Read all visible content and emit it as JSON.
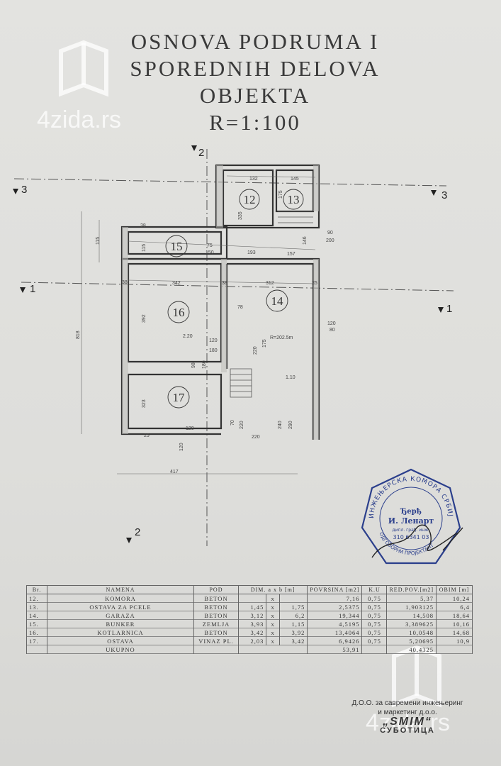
{
  "title": {
    "line1": "OSNOVA PODRUMA I",
    "line2": "SPOREDNIH DELOVA",
    "line3": "OBJEKTA",
    "scale": "R=1:100"
  },
  "watermark": {
    "text_top": "4zida.rs",
    "text_bottom": "4zida.rs"
  },
  "plan": {
    "rooms": [
      "12",
      "13",
      "14",
      "15",
      "16",
      "17"
    ],
    "section_marks": [
      "2",
      "3",
      "3",
      "1",
      "1",
      "2"
    ],
    "dimensions": [
      "132",
      "145",
      "335",
      "175",
      "90",
      "200",
      "38",
      "115",
      "115",
      "75",
      "150",
      "193",
      "157",
      "146",
      "38",
      "342",
      "38",
      "312",
      "25",
      "392",
      "120",
      "180",
      "2.20",
      "R=202.5m",
      "120",
      "80",
      "1.10",
      "98",
      "180",
      "78",
      "220",
      "175",
      "323",
      "25",
      "120",
      "120",
      "70",
      "220",
      "240",
      "290",
      "220",
      "417",
      "818"
    ]
  },
  "table": {
    "headers": [
      "Br.",
      "NAMENA",
      "POD",
      "DIM. a x b [m]",
      "",
      "",
      "POVRSINA [m2]",
      "K.U",
      "RED.POV.[m2]",
      "OBIM [m]"
    ],
    "rows": [
      {
        "br": "12.",
        "namena": "KOMORA",
        "pod": "BETON",
        "a": "",
        "x": "x",
        "b": "",
        "povrsina": "7,16",
        "ku": "0,75",
        "redpov": "5,37",
        "obim": "10,24"
      },
      {
        "br": "13.",
        "namena": "OSTAVA ZA PCELE",
        "pod": "BETON",
        "a": "1,45",
        "x": "x",
        "b": "1,75",
        "povrsina": "2,5375",
        "ku": "0,75",
        "redpov": "1,903125",
        "obim": "6,4"
      },
      {
        "br": "14.",
        "namena": "GARAZA",
        "pod": "BETON",
        "a": "3,12",
        "x": "x",
        "b": "6,2",
        "povrsina": "19,344",
        "ku": "0,75",
        "redpov": "14,508",
        "obim": "18,64"
      },
      {
        "br": "15.",
        "namena": "BUNKER",
        "pod": "ZEMLJA",
        "a": "3,93",
        "x": "x",
        "b": "1,15",
        "povrsina": "4,5195",
        "ku": "0,75",
        "redpov": "3,389625",
        "obim": "10,16"
      },
      {
        "br": "16.",
        "namena": "KOTLARNICA",
        "pod": "BETON",
        "a": "3,42",
        "x": "x",
        "b": "3,92",
        "povrsina": "13,4064",
        "ku": "0,75",
        "redpov": "10,0548",
        "obim": "14,68"
      },
      {
        "br": "17.",
        "namena": "OSTAVA",
        "pod": "VINAZ PL.",
        "a": "2,03",
        "x": "x",
        "b": "3,42",
        "povrsina": "6,9426",
        "ku": "0,75",
        "redpov": "5,20695",
        "obim": "10,9"
      }
    ],
    "total_label": "UKUPNO",
    "total_povrsina": "53,91",
    "total_redpov": "40,4325"
  },
  "stamp": {
    "ring_text": "ИНЖЕЊЕРСКА КОМОРА СРБИЈЕ",
    "ring_bottom": "ОДГОВОРНИ ПРОЈЕКТАНТ",
    "line1": "Ђерђ",
    "line2": "И. Ленарт",
    "line3": "дипл. грађ. инж.",
    "line4": "310 6341 03"
  },
  "firm": {
    "line1": "Д.О.О. за савремени инжењеринг",
    "line2": "и маркетинг д.о.о.",
    "name": "„SMIM“",
    "city": "СУБОТИЦА"
  },
  "colors": {
    "paper": "#e0e0dd",
    "ink": "#2a2a2a",
    "stamp": "#2b3f8c",
    "watermark": "#ffffff"
  }
}
